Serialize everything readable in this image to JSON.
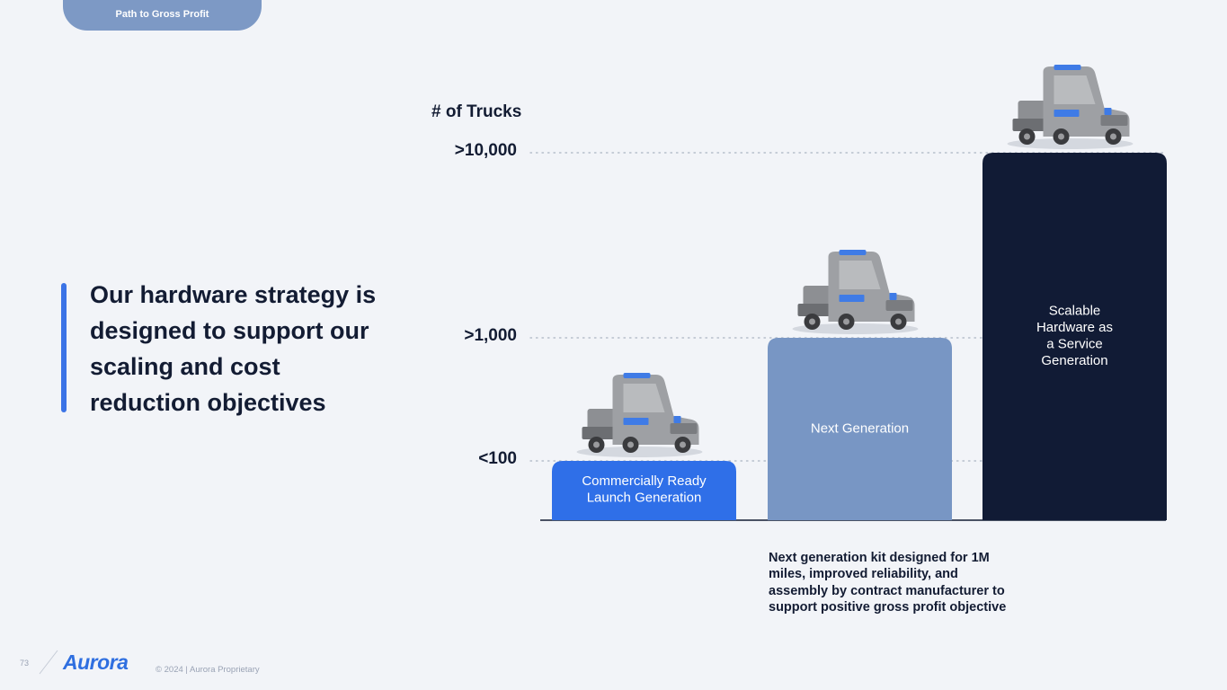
{
  "header": {
    "section_tab": "Path to Gross Profit"
  },
  "headline": "Our hardware strategy is designed to support our scaling and cost reduction objectives",
  "footnote": "Next generation kit designed for 1M miles, improved reliability, and assembly by contract manufacturer to support positive gross profit objective",
  "footer": {
    "page_number": "73",
    "logo_text": "Aurora",
    "copyright": "© 2024 | Aurora Proprietary"
  },
  "colors": {
    "bar_1": "#2f6fe8",
    "bar_2": "#7896c4",
    "bar_3": "#111b35",
    "accent": "#3b73e6",
    "text": "#131c33"
  },
  "chart_data": {
    "type": "bar",
    "ylabel": "# of Trucks",
    "scale": "log",
    "yticks": [
      {
        "value": 100,
        "label": "<100"
      },
      {
        "value": 1000,
        "label": ">1,000"
      },
      {
        "value": 10000,
        "label": ">10,000"
      }
    ],
    "categories": [
      "Commercially Ready Launch Generation",
      "Next Generation",
      "Scalable Hardware as a Service Generation"
    ],
    "category_lines": [
      [
        "Commercially Ready",
        "Launch Generation"
      ],
      [
        "Next Generation"
      ],
      [
        "Scalable",
        "Hardware as",
        "a Service",
        "Generation"
      ]
    ],
    "values": [
      100,
      1000,
      10000
    ],
    "grid": "dotted",
    "bar_icons": [
      "truck-icon",
      "truck-icon",
      "truck-icon"
    ]
  }
}
